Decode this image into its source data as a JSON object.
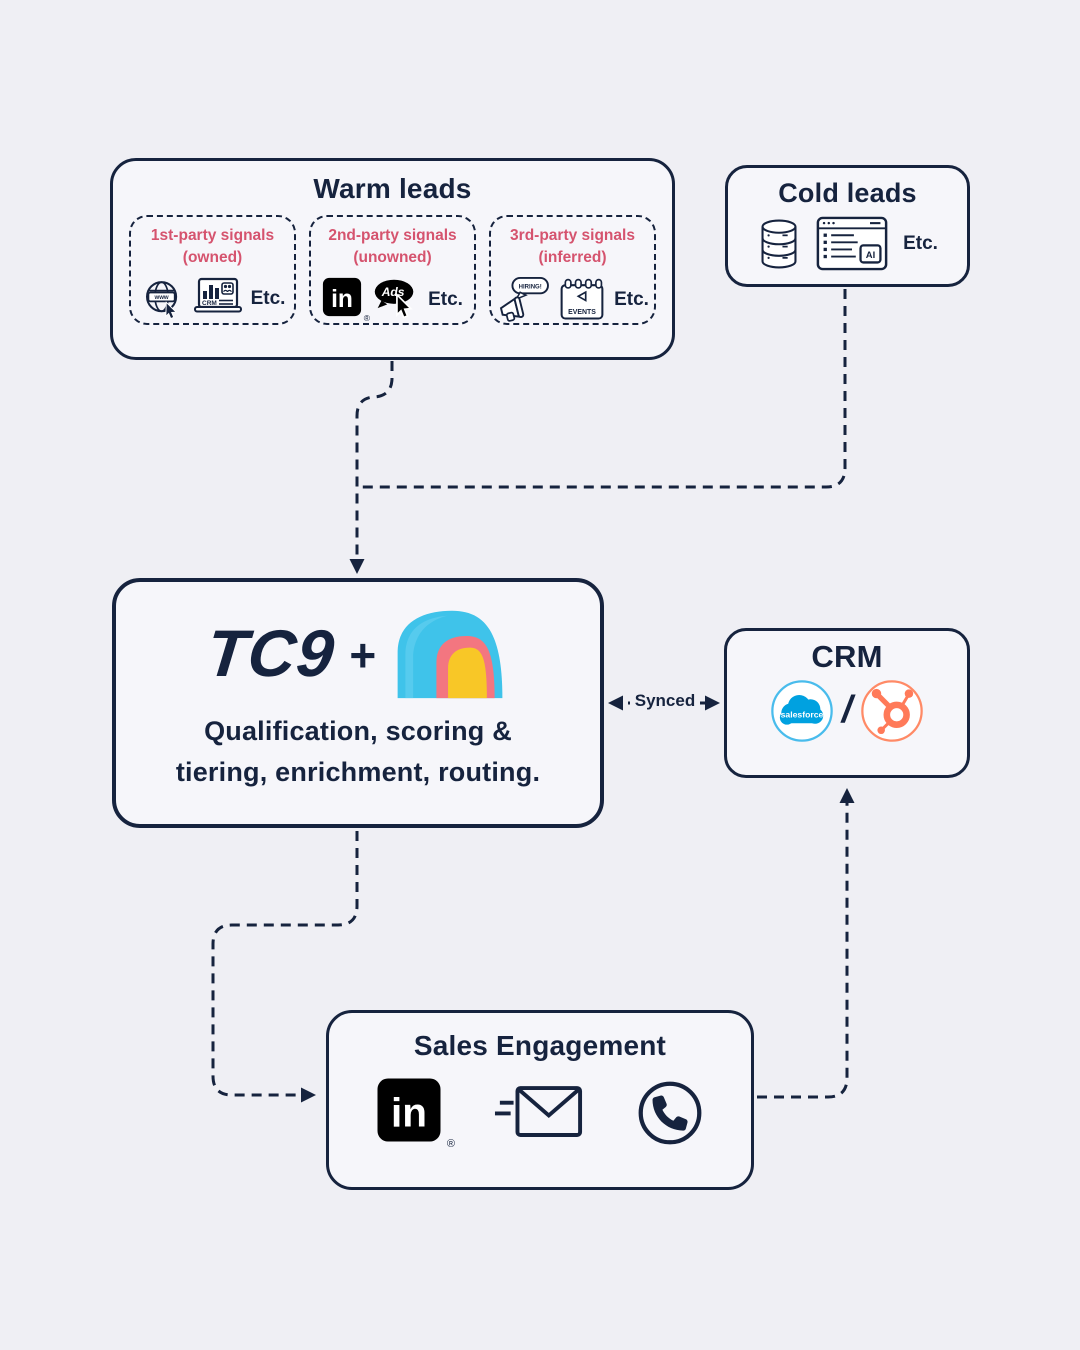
{
  "colors": {
    "background": "#EFEFF4",
    "panel": "#F6F6FA",
    "navy": "#16233E",
    "pink": "#D5536E",
    "salesforce_blue": "#00A1E0",
    "hubspot_orange": "#FF7A59",
    "tunnel_blue": "#3FC3EA",
    "tunnel_pink": "#F37680",
    "tunnel_yellow": "#F8C727"
  },
  "warm_leads": {
    "title": "Warm leads",
    "signals": [
      {
        "title": "1st-party signals",
        "subtitle": "(owned)",
        "etc": "Etc.",
        "icons": [
          "globe-www-icon",
          "crm-dashboard-icon"
        ],
        "globe_text": "www",
        "crm_text": "CRM"
      },
      {
        "title": "2nd-party signals",
        "subtitle": "(unowned)",
        "etc": "Etc.",
        "icons": [
          "linkedin-icon",
          "ads-cursor-icon"
        ],
        "linkedin_text": "in",
        "registered": "®",
        "ads_text": "Ads"
      },
      {
        "title": "3rd-party signals",
        "subtitle": "(inferred)",
        "etc": "Etc.",
        "icons": [
          "hiring-megaphone-icon",
          "events-calendar-icon"
        ],
        "hiring_text": "HIRING!",
        "events_text": "EVENTS"
      }
    ]
  },
  "cold_leads": {
    "title": "Cold leads",
    "etc": "Etc.",
    "icons": [
      "database-icon",
      "ai-browser-icon"
    ],
    "ai_text": "AI"
  },
  "tc9": {
    "logo": "TC9",
    "plus": "+",
    "icon": "tunnel-emoji",
    "description_line1": "Qualification, scoring &",
    "description_line2": "tiering, enrichment, routing."
  },
  "sync": {
    "label": "Synced"
  },
  "crm": {
    "title": "CRM",
    "icons": [
      "salesforce-logo",
      "hubspot-logo"
    ],
    "salesforce_text": "salesforce",
    "separator": "/"
  },
  "sales_engagement": {
    "title": "Sales Engagement",
    "icons": [
      "linkedin-icon",
      "email-send-icon",
      "phone-icon"
    ],
    "linkedin_text": "in",
    "registered": "®"
  }
}
